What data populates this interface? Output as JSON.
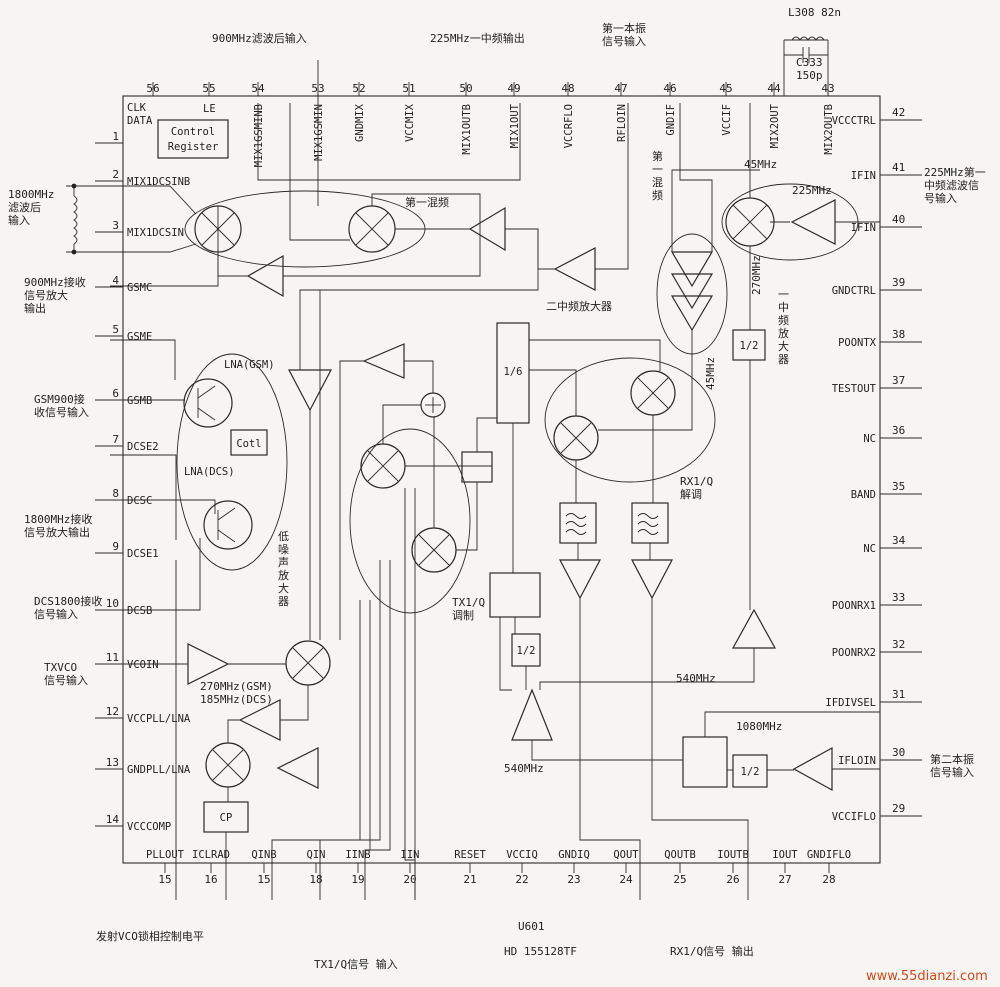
{
  "chip": {
    "ref": "U601",
    "part": "HD 155128TF"
  },
  "top_pins": [
    {
      "num": "56",
      "label": "CLK DATA"
    },
    {
      "num": "55",
      "label": "LE"
    },
    {
      "num": "54",
      "label": "MIX1GSMINB"
    },
    {
      "num": "53",
      "label": "MIX1GSMIN"
    },
    {
      "num": "52",
      "label": "GNDMIX"
    },
    {
      "num": "51",
      "label": "VCCMIX"
    },
    {
      "num": "50",
      "label": "MIX1OUTB"
    },
    {
      "num": "49",
      "label": "MIX1OUT"
    },
    {
      "num": "48",
      "label": "VCCRFLO"
    },
    {
      "num": "47",
      "label": "RFLOIN"
    },
    {
      "num": "46",
      "label": "GNDIF"
    },
    {
      "num": "45",
      "label": "VCCIF"
    },
    {
      "num": "44",
      "label": "MIX2OUT"
    },
    {
      "num": "43",
      "label": "MIX2OUTB"
    }
  ],
  "left_pins": [
    {
      "num": "1",
      "label": ""
    },
    {
      "num": "2",
      "label": "MIX1DCSINB"
    },
    {
      "num": "3",
      "label": "MIX1DCSIN"
    },
    {
      "num": "4",
      "label": "GSMC"
    },
    {
      "num": "5",
      "label": "GSME"
    },
    {
      "num": "6",
      "label": "GSMB"
    },
    {
      "num": "7",
      "label": "DCSE2"
    },
    {
      "num": "8",
      "label": "DCSC"
    },
    {
      "num": "9",
      "label": "DCSE1"
    },
    {
      "num": "10",
      "label": "DCSB"
    },
    {
      "num": "11",
      "label": "VCOIN"
    },
    {
      "num": "12",
      "label": "VCCPLL/LNA"
    },
    {
      "num": "13",
      "label": "GNDPLL/LNA"
    },
    {
      "num": "14",
      "label": "VCCCOMP"
    }
  ],
  "right_pins": [
    {
      "num": "42",
      "label": "VCCCTRL"
    },
    {
      "num": "41",
      "label": "IFIN"
    },
    {
      "num": "40",
      "label": "IFIN"
    },
    {
      "num": "39",
      "label": "GNDCTRL"
    },
    {
      "num": "38",
      "label": "POONTX"
    },
    {
      "num": "37",
      "label": "TESTOUT"
    },
    {
      "num": "36",
      "label": "NC"
    },
    {
      "num": "35",
      "label": "BAND"
    },
    {
      "num": "34",
      "label": "NC"
    },
    {
      "num": "33",
      "label": "POONRX1"
    },
    {
      "num": "32",
      "label": "POONRX2"
    },
    {
      "num": "31",
      "label": "IFDIVSEL"
    },
    {
      "num": "30",
      "label": "IFLOIN"
    },
    {
      "num": "29",
      "label": "VCCIFLO"
    }
  ],
  "bottom_pins": [
    {
      "num": "15",
      "label": "PLLOUT"
    },
    {
      "num": "16",
      "label": "ICLRAD"
    },
    {
      "num": "15",
      "label": "QINB"
    },
    {
      "num": "18",
      "label": "QIN"
    },
    {
      "num": "19",
      "label": "IINB"
    },
    {
      "num": "20",
      "label": "IIN"
    },
    {
      "num": "21",
      "label": "RESET"
    },
    {
      "num": "22",
      "label": "VCCIQ"
    },
    {
      "num": "23",
      "label": "GNDIQ"
    },
    {
      "num": "24",
      "label": "QOUT"
    },
    {
      "num": "25",
      "label": "QOUTB"
    },
    {
      "num": "26",
      "label": "IOUTB"
    },
    {
      "num": "27",
      "label": "IOUT"
    },
    {
      "num": "28",
      "label": "GNDIFLO"
    }
  ],
  "blocks": {
    "control_register": "Control Register",
    "cotl": "Cotl",
    "cp": "CP",
    "div6": "1/6",
    "div2_tx": "1/2",
    "div2_if": "1/2",
    "div2_lo": "1/2",
    "lna_gsm": "LNA(GSM)",
    "lna_dcs": "LNA(DCS)"
  },
  "annotations": {
    "in_900_filtered": "900MHz滤波后输入",
    "out_225_if1": "225MHz一中频输出",
    "lo1_input": "第一本振\n信号输入",
    "l308": "L308 82n",
    "c333": "C333\n150p",
    "in_1800_filtered": "1800MHz\n滤波后\n输入",
    "out_900_amp": "900MHz接收\n信号放大\n输出",
    "first_mixer": "第一混频",
    "first_mixer_v": "第\n一\n混\n频",
    "second_if_amp": "二中频放大器",
    "freq_45": "45MHz",
    "freq_225": "225MHz",
    "if_225_in": "225MHz第一\n中频滤波信\n号输入",
    "freq_270": "270MHz",
    "freq_45_v": "45MHz",
    "if1_amp": "一\n中\n频\n放\n大\n器",
    "gsm900_in": "GSM900接\n收信号输入",
    "dcs_out": "1800MHz接收\n信号放大输出",
    "dcs_in": "DCS1800接收\n信号输入",
    "lna_note": "低\n噪\n声\n放\n大\n器",
    "tx_mod": "TX1/Q\n调制",
    "rx_demod": "RX1/Q\n解调",
    "txvco": "TXVCO\n信号输入",
    "freq_270_185": "270MHz(GSM)\n185MHz(DCS)",
    "freq_540_a": "540MHz",
    "freq_540_b": "540MHz",
    "freq_1080": "1080MHz",
    "lo2_input": "第二本振\n信号输入",
    "vco_lock": "发射VCO锁相控制电平",
    "tx_iq_in": "TX1/Q信号  输入",
    "rx_iq_out": "RX1/Q信号  输出",
    "watermark": "www.55dianzi.com"
  }
}
